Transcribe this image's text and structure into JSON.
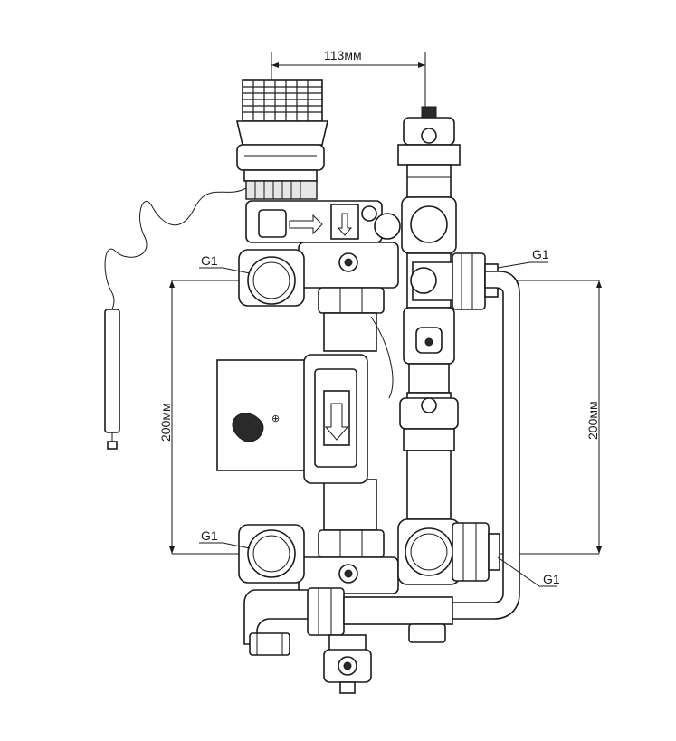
{
  "dimensions": {
    "top_spacing": "113мм",
    "left_height": "200мм",
    "right_height": "200мм"
  },
  "connections": {
    "upper_left": "G1",
    "upper_right": "G1",
    "lower_left": "G1",
    "lower_right": "G1"
  }
}
